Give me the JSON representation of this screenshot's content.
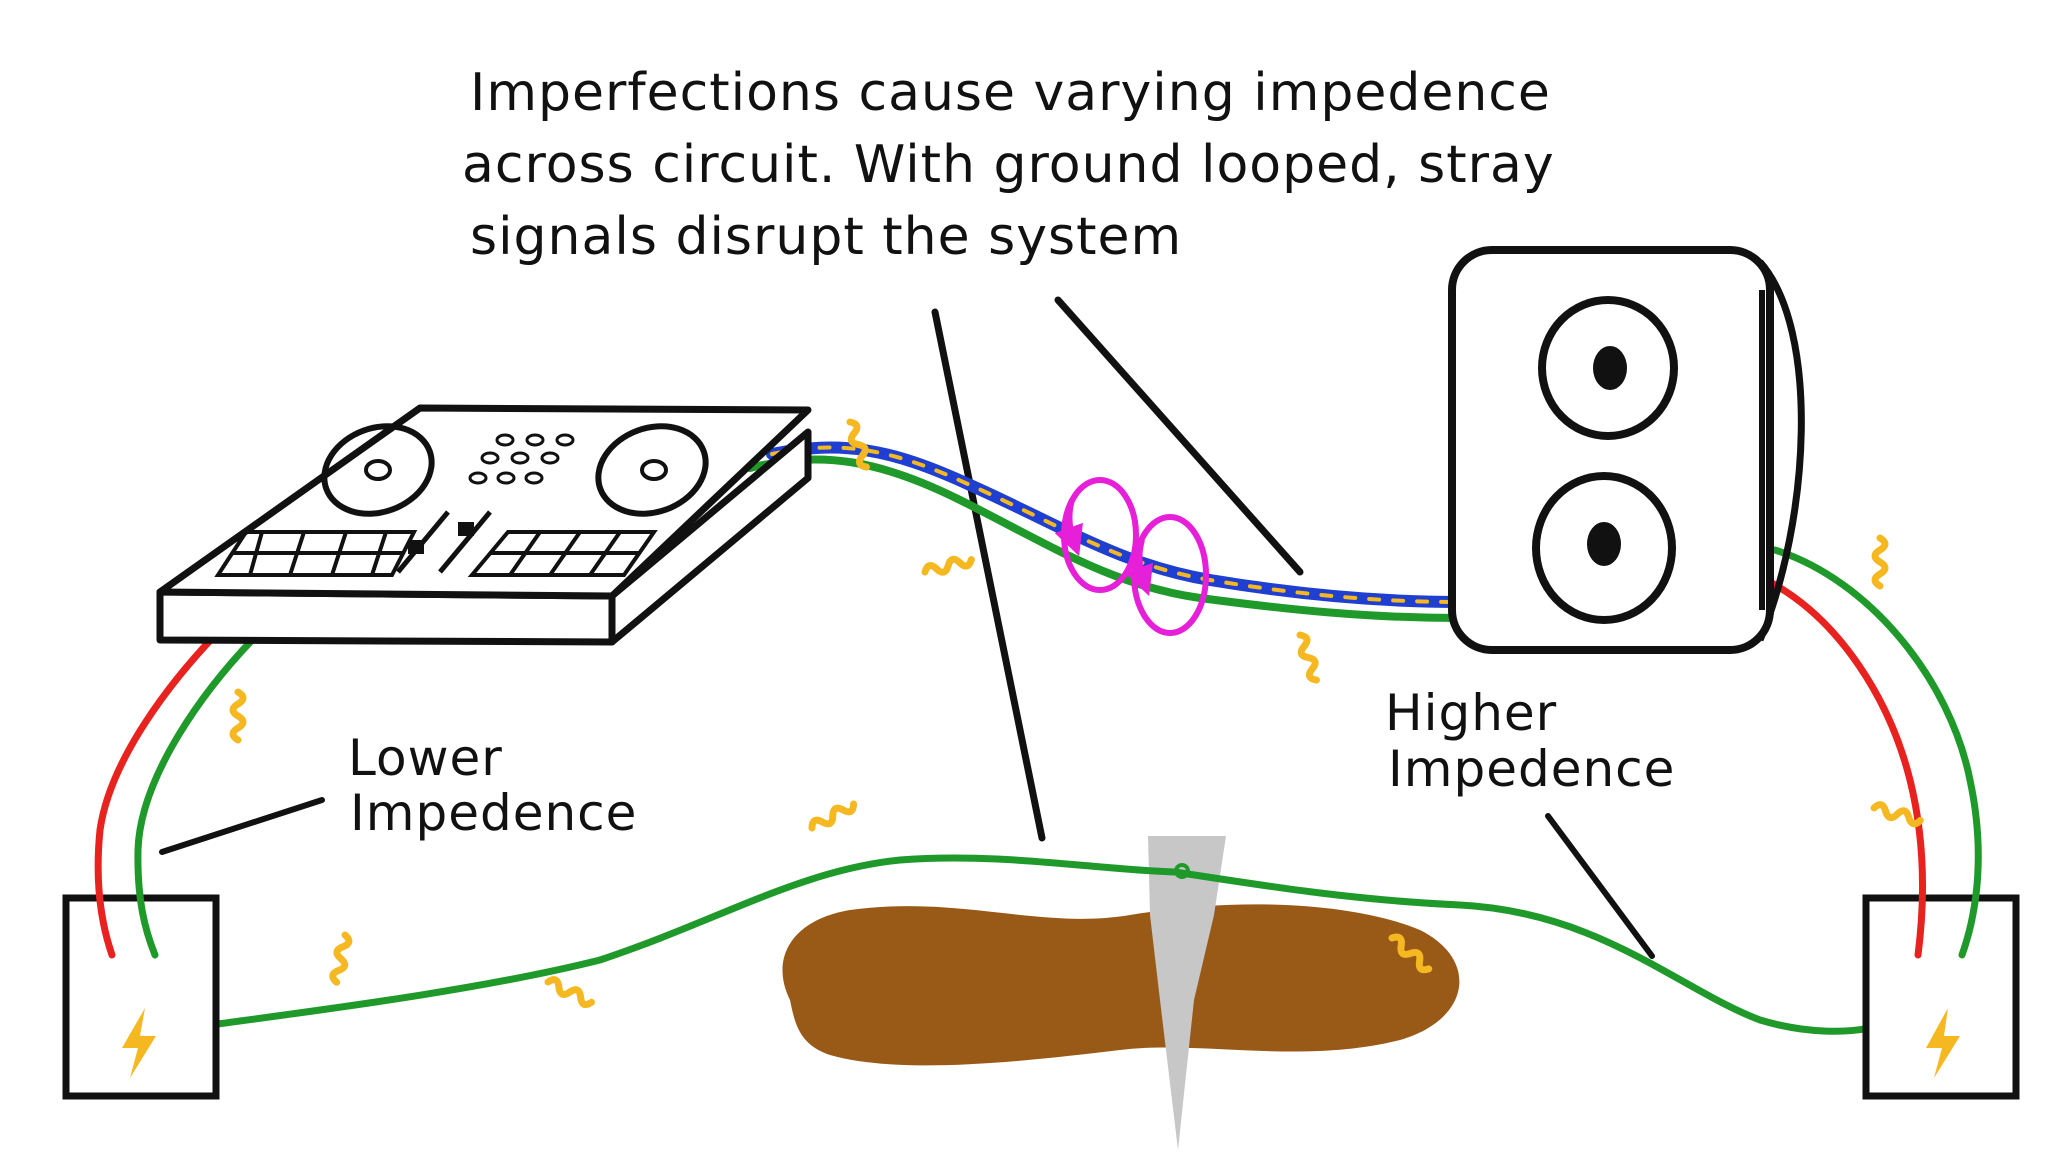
{
  "annotation": {
    "lines": [
      "Imperfections cause varying impedence",
      "across circuit. With ground looped, stray",
      "signals disrupt the system"
    ]
  },
  "labels": {
    "lower_impedence": [
      "Lower",
      "Impedence"
    ],
    "higher_impedence": [
      "Higher",
      "Impedence"
    ]
  },
  "colors": {
    "ink": "#111111",
    "live_wire": "#e8231f",
    "ground_wire": "#1f9a2a",
    "signal_cable": "#1f3fd1",
    "noise": "#f5b820",
    "interference_loop": "#e61fd8",
    "soil": "#9a5a17",
    "ground_stake": "#c7c7c7"
  },
  "icons": {
    "mixer": "dj-controller-icon",
    "speaker": "speaker-icon",
    "outlet_left": "power-outlet-icon",
    "outlet_right": "power-outlet-icon",
    "bolt": "lightning-bolt-icon",
    "stake": "ground-rod-icon"
  }
}
